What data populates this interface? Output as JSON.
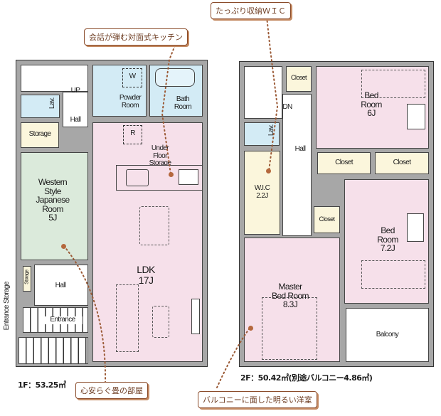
{
  "callouts": {
    "kitchen": "会話が弾む対面式キッチン",
    "wic": "たっぷり収納ＷＩＣ",
    "japanese_room": "心安らぐ畳の部屋",
    "bright_room": "バルコニーに面した明るい洋室"
  },
  "floor1": {
    "area_label": "1F：53.25㎡",
    "rooms": {
      "up": "UP",
      "lav": "Lav.",
      "hall_top": "Hall",
      "powder_room": "Powder\nRoom",
      "washer_mark": "W",
      "bath_room": "Bath\nRoom",
      "storage": "Storage",
      "fridge_mark": "R",
      "under_floor_storage": "Under\nFloor\nStorage",
      "japanese_room": "Western\nStyle\nJapanese\nRoom\n5J",
      "ldk": "LDK\n17J",
      "small_storage": "Storage",
      "hall_bottom": "Hall",
      "entrance": "Entrance",
      "entrance_storage": "Entrance Storage"
    }
  },
  "floor2": {
    "area_label": "2F：50.42㎡(別途バルコニー4.86㎡)",
    "rooms": {
      "closet_top": "Closet",
      "dn": "DN",
      "lav": "Lav.",
      "hall": "Hall",
      "bedroom_6": "Bed\nRoom\n6J",
      "closet_mid_left": "Closet",
      "closet_mid_right": "Closet",
      "wic": "W.I.C\n2.2J",
      "closet_small": "Closet",
      "bedroom_72": "Bed\nRoom\n7.2J",
      "master_bedroom": "Master\nBed Room\n8.3J",
      "balcony": "Balcony"
    }
  },
  "colors": {
    "room_pink": "#f6e0ea",
    "wet_blue": "#d3ebf5",
    "tatami_green": "#dbeadb",
    "storage_yellow": "#fbf6dc",
    "wall_gray": "#a7a7a7",
    "callout_border": "#8a4b2a",
    "callout_text": "#6b3a1f"
  }
}
